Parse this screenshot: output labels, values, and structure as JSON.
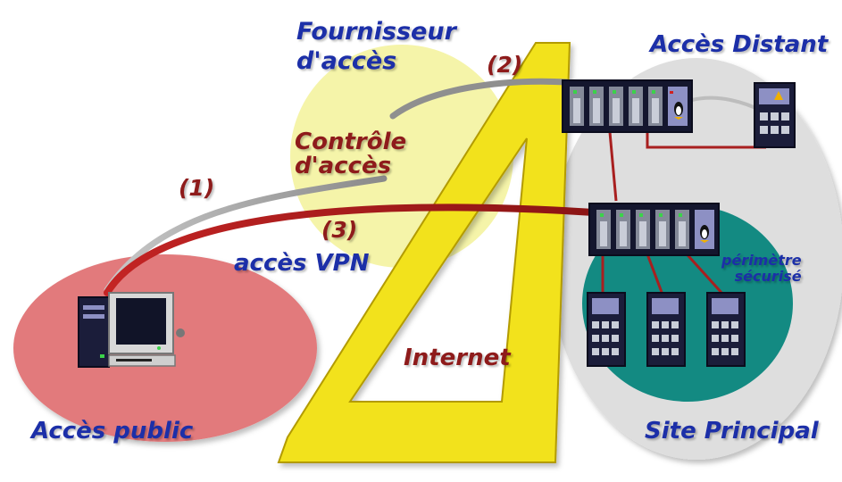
{
  "labels": {
    "isp_line1": "Fournisseur",
    "isp_line2": "d'accès",
    "remote_access": "Accès Distant",
    "access_control_line1": "Contrôle",
    "access_control_line2": "d'accès",
    "path_1": "(1)",
    "path_2": "(2)",
    "path_3": "(3)",
    "vpn_access": "accès VPN",
    "internet": "Internet",
    "public_access": "Accès public",
    "main_site": "Site Principal",
    "secure_perimeter_line1": "périmètre",
    "secure_perimeter_line2": "sécurisé"
  },
  "colors": {
    "public_zone": "#e27a7c",
    "isp_zone": "#f4f3a2",
    "internet_triangle": "#f2e21b",
    "remote_zone": "#dedede",
    "secure_perimeter": "#138a82",
    "gray_link": "#9a9a9a",
    "vpn_link": "#a81f1f",
    "device_dark": "#1b1d3a",
    "label_blue": "#1c2fa8",
    "label_red": "#8e1b1b"
  }
}
